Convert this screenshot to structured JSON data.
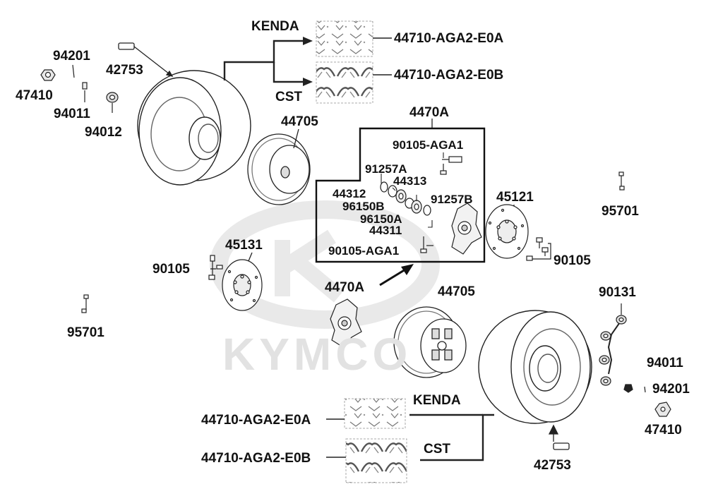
{
  "watermark": {
    "brand": "KYMCO"
  },
  "tire_brands": {
    "kenda_top": "KENDA",
    "cst_top": "CST",
    "kenda_bottom": "KENDA",
    "cst_bottom": "CST"
  },
  "parts": {
    "tire_kenda_top": "44710-AGA2-E0A",
    "tire_cst_top": "44710-AGA2-E0B",
    "tire_kenda_bottom": "44710-AGA2-E0A",
    "tire_cst_bottom": "44710-AGA2-E0B",
    "hub_assembly_box": "4470A",
    "hub_assembly_arrow": "4470A",
    "bolt_upper_box": "90105-AGA1",
    "bolt_lower_box": "90105-AGA1",
    "circlip_a": "91257A",
    "circlip_b": "91257B",
    "seal_44312": "44312",
    "bearing_44313": "44313",
    "bearing_96150b": "96150B",
    "bearing_96150a": "96150A",
    "collar_44311": "44311",
    "rim_top": "44705",
    "rim_bottom": "44705",
    "disc_right": "45121",
    "disc_left": "45131",
    "bolt_right": "90105",
    "bolt_left": "90105",
    "valve_top": "42753",
    "valve_bottom": "42753",
    "cap_left": "94201",
    "nut_left": "47410",
    "washer_left": "94011",
    "nut_94012": "94012",
    "studs_right": "90131",
    "washer_right": "94011",
    "cap_right": "94201",
    "nut_right": "47410",
    "bolt_95701_left": "95701",
    "bolt_95701_right": "95701"
  }
}
